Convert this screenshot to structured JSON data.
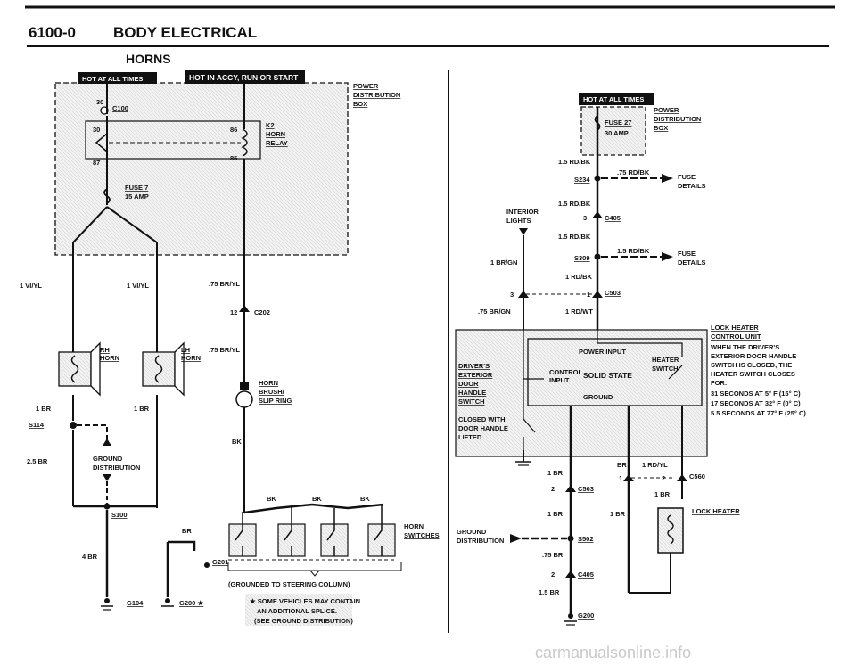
{
  "header": {
    "section": "6100-0",
    "title": "BODY ELECTRICAL"
  },
  "subtitle": "HORNS",
  "left": {
    "badge_hot": "HOT AT ALL TIMES",
    "badge_run": "HOT IN ACCY, RUN OR START",
    "power_box": [
      "POWER",
      "DISTRIBUTION",
      "BOX"
    ],
    "c100": "C100",
    "pin_30a": "30",
    "pin_30b": "30",
    "pin_87": "87",
    "pin_86": "86",
    "pin_85": "85",
    "relay": [
      "K2",
      "HORN",
      "RELAY"
    ],
    "fuse": [
      "FUSE 7",
      "15 AMP"
    ],
    "wire_vi_left": "1 VI/YL",
    "wire_vi_mid": "1 VI/YL",
    "wire_br_yl_1": ".75 BR/YL",
    "c202_pin": "12",
    "c202": "C202",
    "wire_br_yl_2": ".75 BR/YL",
    "rh_horn": [
      "RH",
      "HORN"
    ],
    "lh_horn": [
      "LH",
      "HORN"
    ],
    "slip_ring": [
      "HORN",
      "BRUSH/",
      "SLIP RING"
    ],
    "br_left": "1 BR",
    "br_mid": "1 BR",
    "s114": "S114",
    "br_25": "2.5 BR",
    "ground_dist": [
      "GROUND",
      "DISTRIBUTION"
    ],
    "bk1": "BK",
    "bk2": "BK",
    "bk3": "BK",
    "bk4": "BK",
    "br_small": "BR",
    "horn_switches": [
      "HORN",
      "SWITCHES"
    ],
    "s100": "S100",
    "br_4": "4 BR",
    "g201": "G201",
    "grounded_note": "(GROUNDED TO STEERING COLUMN)",
    "g104": "G104",
    "g200": "G200 ★",
    "note": [
      "★ SOME VEHICLES MAY CONTAIN",
      "AN ADDITIONAL SPLICE.",
      "(SEE GROUND DISTRIBUTION)"
    ]
  },
  "right": {
    "badge_hot": "HOT AT ALL TIMES",
    "fuse": [
      "FUSE 27",
      "30 AMP"
    ],
    "power_box": [
      "POWER",
      "DISTRIBUTION",
      "BOX"
    ],
    "w1": "1.5 RD/BK",
    "w2": ".75 RD/BK",
    "s234": "S234",
    "fuse_details_1": [
      "FUSE",
      "DETAILS"
    ],
    "w3": "1.5 RD/BK",
    "interior": [
      "INTERIOR",
      "LIGHTS"
    ],
    "c405_pin": "3",
    "c405": "C405",
    "w4": "1.5 RD/BK",
    "w5": "1.5 RD/BK",
    "s309": "S309",
    "fuse_details_2": [
      "FUSE",
      "DETAILS"
    ],
    "br_gn_1": "1 BR/GN",
    "w6": "1 RD/BK",
    "pin_3": "3",
    "pin_1": "1",
    "c503": "C503",
    "br_gn_2": ".75 BR/GN",
    "rd_wt": "1 RD/WT",
    "lock_heater_unit": [
      "LOCK HEATER",
      "CONTROL UNIT"
    ],
    "description": [
      "WHEN THE DRIVER'S",
      "EXTERIOR DOOR HANDLE",
      "SWITCH IS CLOSED, THE",
      "HEATER SWITCH CLOSES",
      "FOR:",
      "31 SECONDS AT 5° F (15° C)",
      "17 SECONDS AT 32° F (0° C)",
      "5.5 SECONDS AT 77° F (25° C)"
    ],
    "power_input": "POWER INPUT",
    "heater_switch": [
      "HEATER",
      "SWITCH"
    ],
    "control_input": [
      "CONTROL",
      "INPUT"
    ],
    "solid_state": "SOLID STATE",
    "ground": "GROUND",
    "drivers_switch": [
      "DRIVER'S",
      "EXTERIOR",
      "DOOR",
      "HANDLE",
      "SWITCH"
    ],
    "closed": [
      "CLOSED WITH",
      "DOOR HANDLE",
      "LIFTED"
    ],
    "br_a": "1 BR",
    "br_b": "BR",
    "rd_yl": "1 RD/YL",
    "pin_1b": "1",
    "pin_2b": "2",
    "c560": "C560",
    "br_c": "1 BR",
    "pin_2a": "2",
    "c503b": "C503",
    "br_d": "1 BR",
    "br_e": "1 BR",
    "lock_heater": "LOCK HEATER",
    "ground_dist": [
      "GROUND",
      "DISTRIBUTION"
    ],
    "s502": "S502",
    "br_75": ".75 BR",
    "pin_2c": "2",
    "c405b": "C405",
    "br_15": "1.5 BR",
    "g200": "G200"
  },
  "watermark": "carmanualsonline.info"
}
